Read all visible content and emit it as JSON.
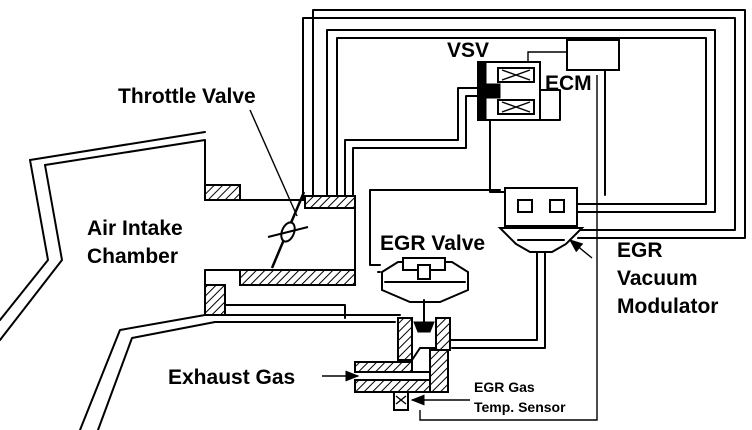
{
  "labels": {
    "vsv": "VSV",
    "ecm": "ECM",
    "throttle_valve": "Throttle Valve",
    "air_intake_line1": "Air Intake",
    "air_intake_line2": "Chamber",
    "egr_valve": "EGR Valve",
    "modulator_line1": "EGR",
    "modulator_line2": "Vacuum",
    "modulator_line3": "Modulator",
    "exhaust_gas": "Exhaust Gas",
    "temp_sensor_line1": "EGR Gas",
    "temp_sensor_line2": "Temp. Sensor"
  },
  "icons": {
    "throttle": "throttle-plate-icon",
    "solenoid": "solenoid-icon",
    "arrow": "pointer-arrow-icon"
  }
}
